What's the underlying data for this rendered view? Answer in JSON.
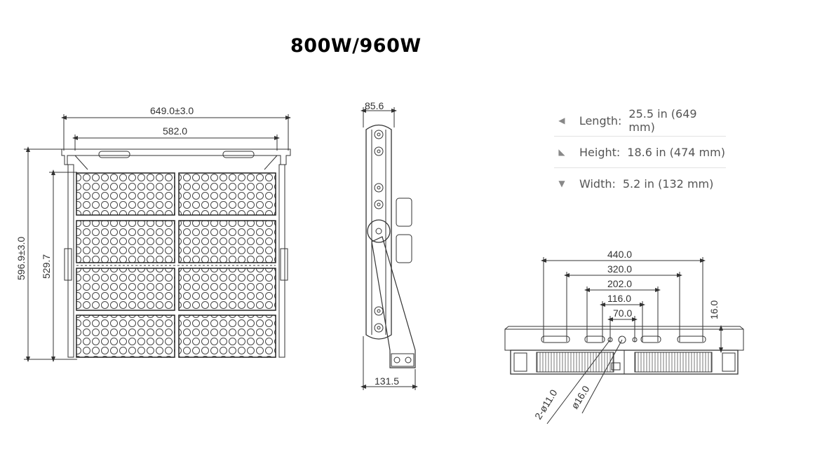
{
  "title": "800W/960W",
  "front_view": {
    "overall_width": "649.0±3.0",
    "mount_width": "582.0",
    "overall_height": "596.9±3.0",
    "panel_height": "529.7"
  },
  "side_view": {
    "top_depth": "85.6",
    "bottom_depth": "131.5"
  },
  "top_view": {
    "dims": [
      "440.0",
      "320.0",
      "202.0",
      "116.0",
      "70.0"
    ],
    "offset": "16.0",
    "hole_small": "2-ø11.0",
    "hole_large": "ø16.0"
  },
  "specs": [
    {
      "icon": "length-arrow-icon",
      "label": "Length:",
      "value": "25.5 in (649 mm)"
    },
    {
      "icon": "height-arrow-icon",
      "label": "Height:",
      "value": "18.6 in (474 mm)"
    },
    {
      "icon": "width-arrow-icon",
      "label": "Width:",
      "value": "5.2 in (132 mm)"
    }
  ]
}
